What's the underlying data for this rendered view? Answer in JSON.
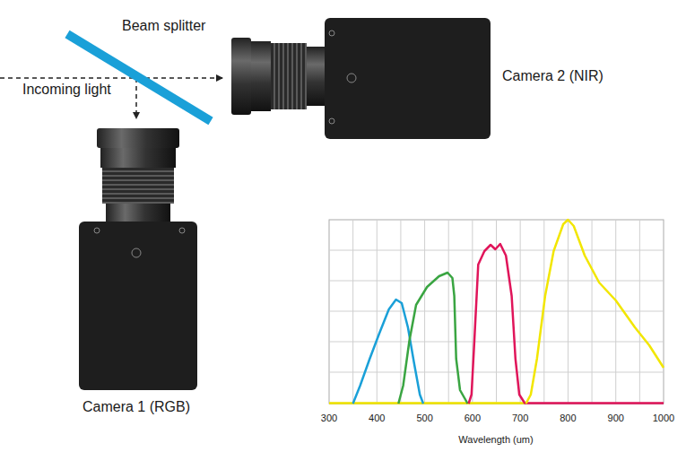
{
  "diagram": {
    "labels": [
      "Beam splitter",
      "Incoming light",
      "Camera 2 (NIR)",
      "Camera 1 (RGB)",
      "300",
      "400",
      "500",
      "600",
      "700",
      "800",
      "900",
      "1000",
      "Wavelength (um)"
    ]
  }
}
